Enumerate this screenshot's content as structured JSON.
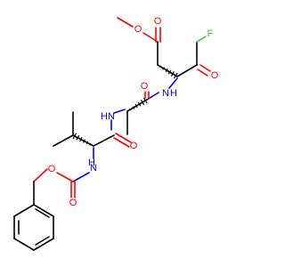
{
  "colors": {
    "carbon": "#000000",
    "oxygen": "#ff0000",
    "nitrogen": "#0000ff",
    "fluorine": "#32cd32",
    "background": "#ffffff"
  },
  "atoms": {
    "fluorine_label": "F",
    "ester_ether_o_label": "O",
    "ester_carbonyl_o_label": "O",
    "ketone_o_label": "O",
    "amide1_n_label": "N",
    "amide1_h_label": "H",
    "amide1_o_label": "O",
    "amide2_n_label": "N",
    "amide2_h_label": "H",
    "amide2_o_label": "O",
    "carbamate_n_label": "N",
    "carbamate_h_label": "H",
    "carbamate_carbonyl_o_label": "O",
    "carbamate_ether_o_label": "O"
  },
  "stereo": {
    "center_count": 3,
    "type": "dashed-wedge"
  }
}
